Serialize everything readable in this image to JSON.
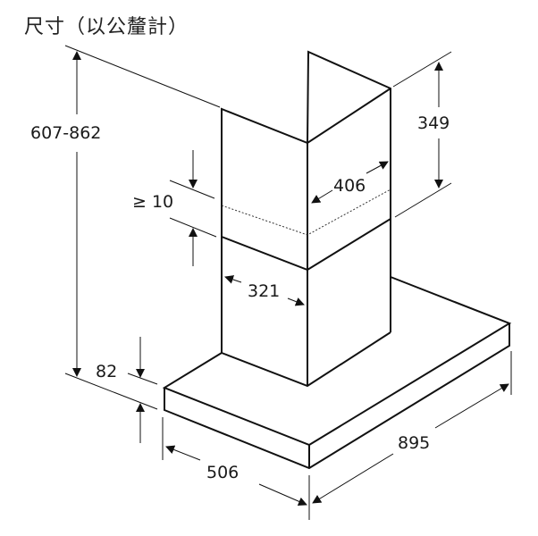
{
  "title": "尺寸（以公釐計）",
  "units": "mm",
  "dimensions": {
    "total_height": "607-862",
    "upper_chimney_height": "349",
    "chimney_width": "406",
    "min_overlap": "≥ 10",
    "chimney_depth": "321",
    "canopy_height": "82",
    "canopy_depth": "506",
    "canopy_width": "895"
  },
  "colors": {
    "line": "#111111",
    "background": "#ffffff"
  }
}
